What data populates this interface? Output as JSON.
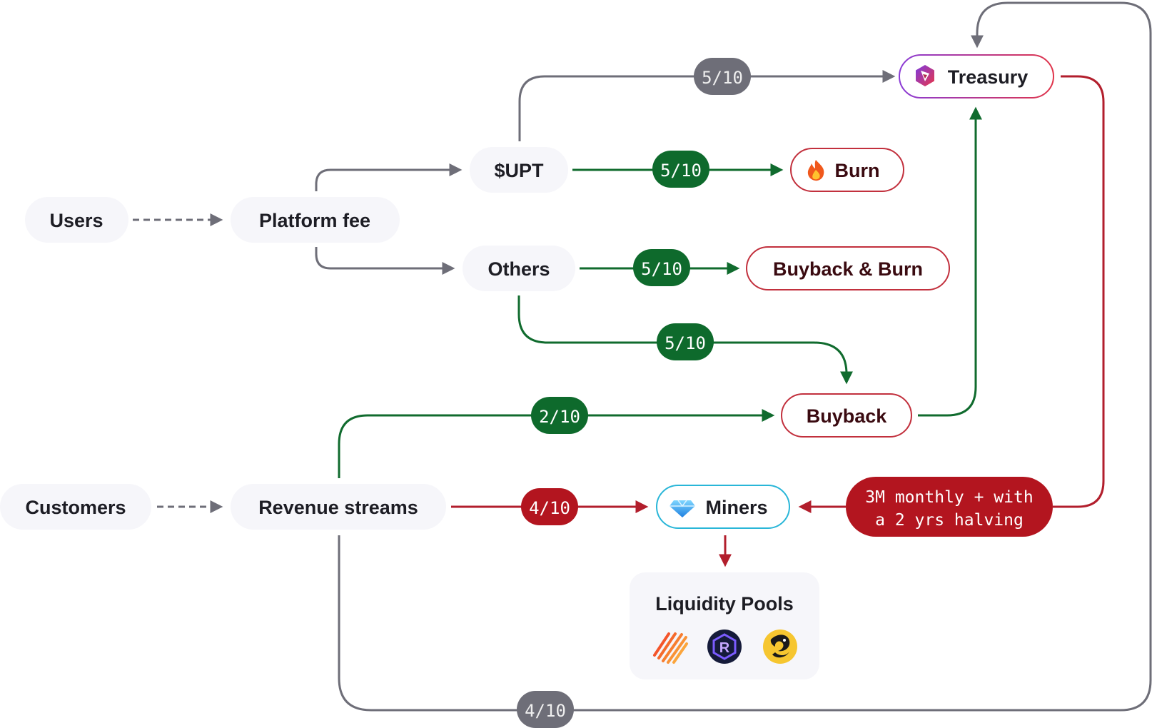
{
  "nodes": {
    "users": "Users",
    "platform_fee": "Platform fee",
    "upt": "$UPT",
    "others": "Others",
    "treasury": "Treasury",
    "burn": "Burn",
    "buyback_burn": "Buyback & Burn",
    "buyback": "Buyback",
    "customers": "Customers",
    "revenue_streams": "Revenue streams",
    "miners": "Miners",
    "liquidity_pools": "Liquidity Pools"
  },
  "ratios": {
    "upt_to_treasury": "5/10",
    "upt_to_burn": "5/10",
    "others_to_buyback_burn": "5/10",
    "others_to_buyback": "5/10",
    "revenue_to_buyback": "2/10",
    "revenue_to_miners": "4/10",
    "revenue_to_treasury": "4/10"
  },
  "emission_note": {
    "line1": "3M monthly + with",
    "line2": "a 2 yrs halving"
  },
  "icons": {
    "treasury": "treasury-logo-icon",
    "burn": "fire-icon",
    "miners": "diamond-icon",
    "pools": [
      "meteora-icon",
      "raydium-icon",
      "orca-icon"
    ]
  },
  "colors": {
    "grey_line": "#6e6e78",
    "green_line": "#106b2e",
    "red_line": "#b21e2c",
    "grey_pill": "#6e6e78",
    "green_pill": "#0e6a2c",
    "red_pill": "#b3151f",
    "node_bg": "#f6f6fa",
    "miners_border": "#29b6d8"
  }
}
